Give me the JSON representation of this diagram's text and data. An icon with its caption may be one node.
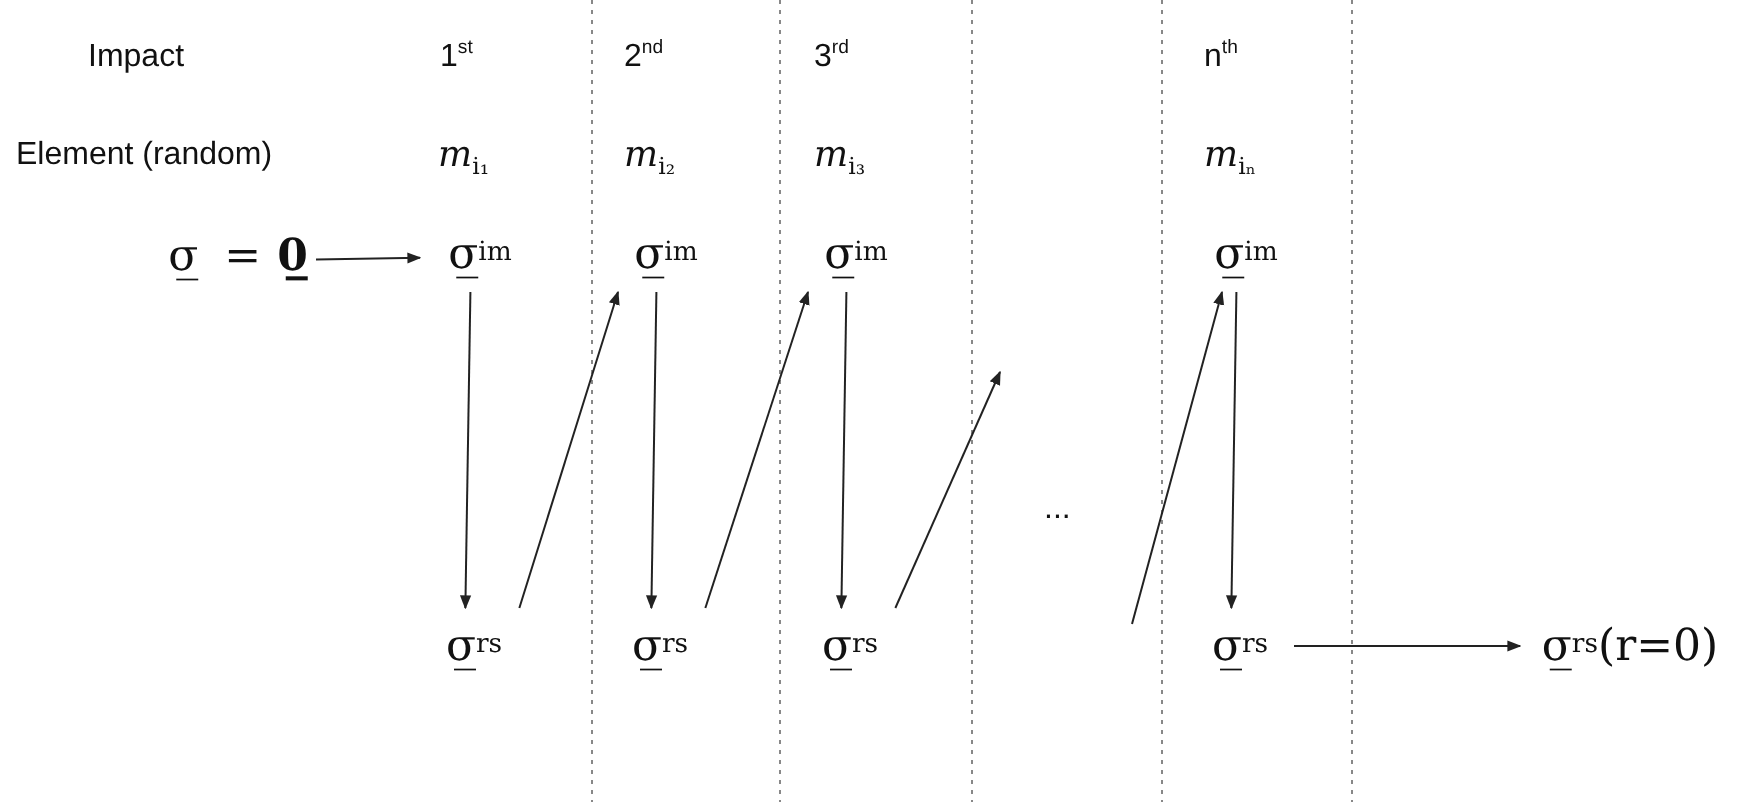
{
  "diagram": {
    "nodes": [
      {
        "text": [
          "σ̲ = **0̲**"
        ]
      },
      {
        "text": [
          "σ̲$^{im}$"
        ]
      },
      {
        "text": [
          "σ̲$^{im}$"
        ]
      },
      {
        "text": [
          "σ̲$^{im}$"
        ]
      },
      {
        "text": [
          "σ̲$^{im}$"
        ]
      },
      {
        "text": [
          "σ̲$^{rs}$"
        ]
      },
      {
        "text": [
          "σ̲$^{rs}$"
        ]
      },
      {
        "text": [
          "σ̲$^{rs}$"
        ]
      },
      {
        "text": [
          "σ̲$^{rs}$"
        ]
      },
      {
        "text": [
          "σ̲$^{rs}$(r=0)"
        ]
      }
    ],
    "edges": [
      {
        "from": 0,
        "to": 1,
        "arrow": "to"
      },
      {
        "from": 1,
        "to": 5,
        "arrow": "to"
      },
      {
        "from": 5,
        "to": 2,
        "arrow": "to"
      },
      {
        "from": 2,
        "to": 6,
        "arrow": "to"
      },
      {
        "from": 6,
        "to": 3,
        "arrow": "to"
      },
      {
        "from": 3,
        "to": 7,
        "arrow": "to"
      },
      {
        "from": 7,
        "to": null,
        "arrow": "to"
      },
      {
        "from": null,
        "to": 4,
        "arrow": "to"
      },
      {
        "from": 4,
        "to": 8,
        "arrow": "to"
      },
      {
        "from": 8,
        "to": 9,
        "arrow": "to"
      }
    ],
    "labels": [
      "Impact",
      "1$^{st}$",
      "2$^{nd}$",
      "3$^{rd}$",
      "n$^{th}$",
      "Element (random)",
      "*m*$_{i₁}$",
      "*m*$_{i₂}$",
      "*m*$_{i₃}$",
      "*m*$_{iₙ}$",
      "..."
    ]
  }
}
